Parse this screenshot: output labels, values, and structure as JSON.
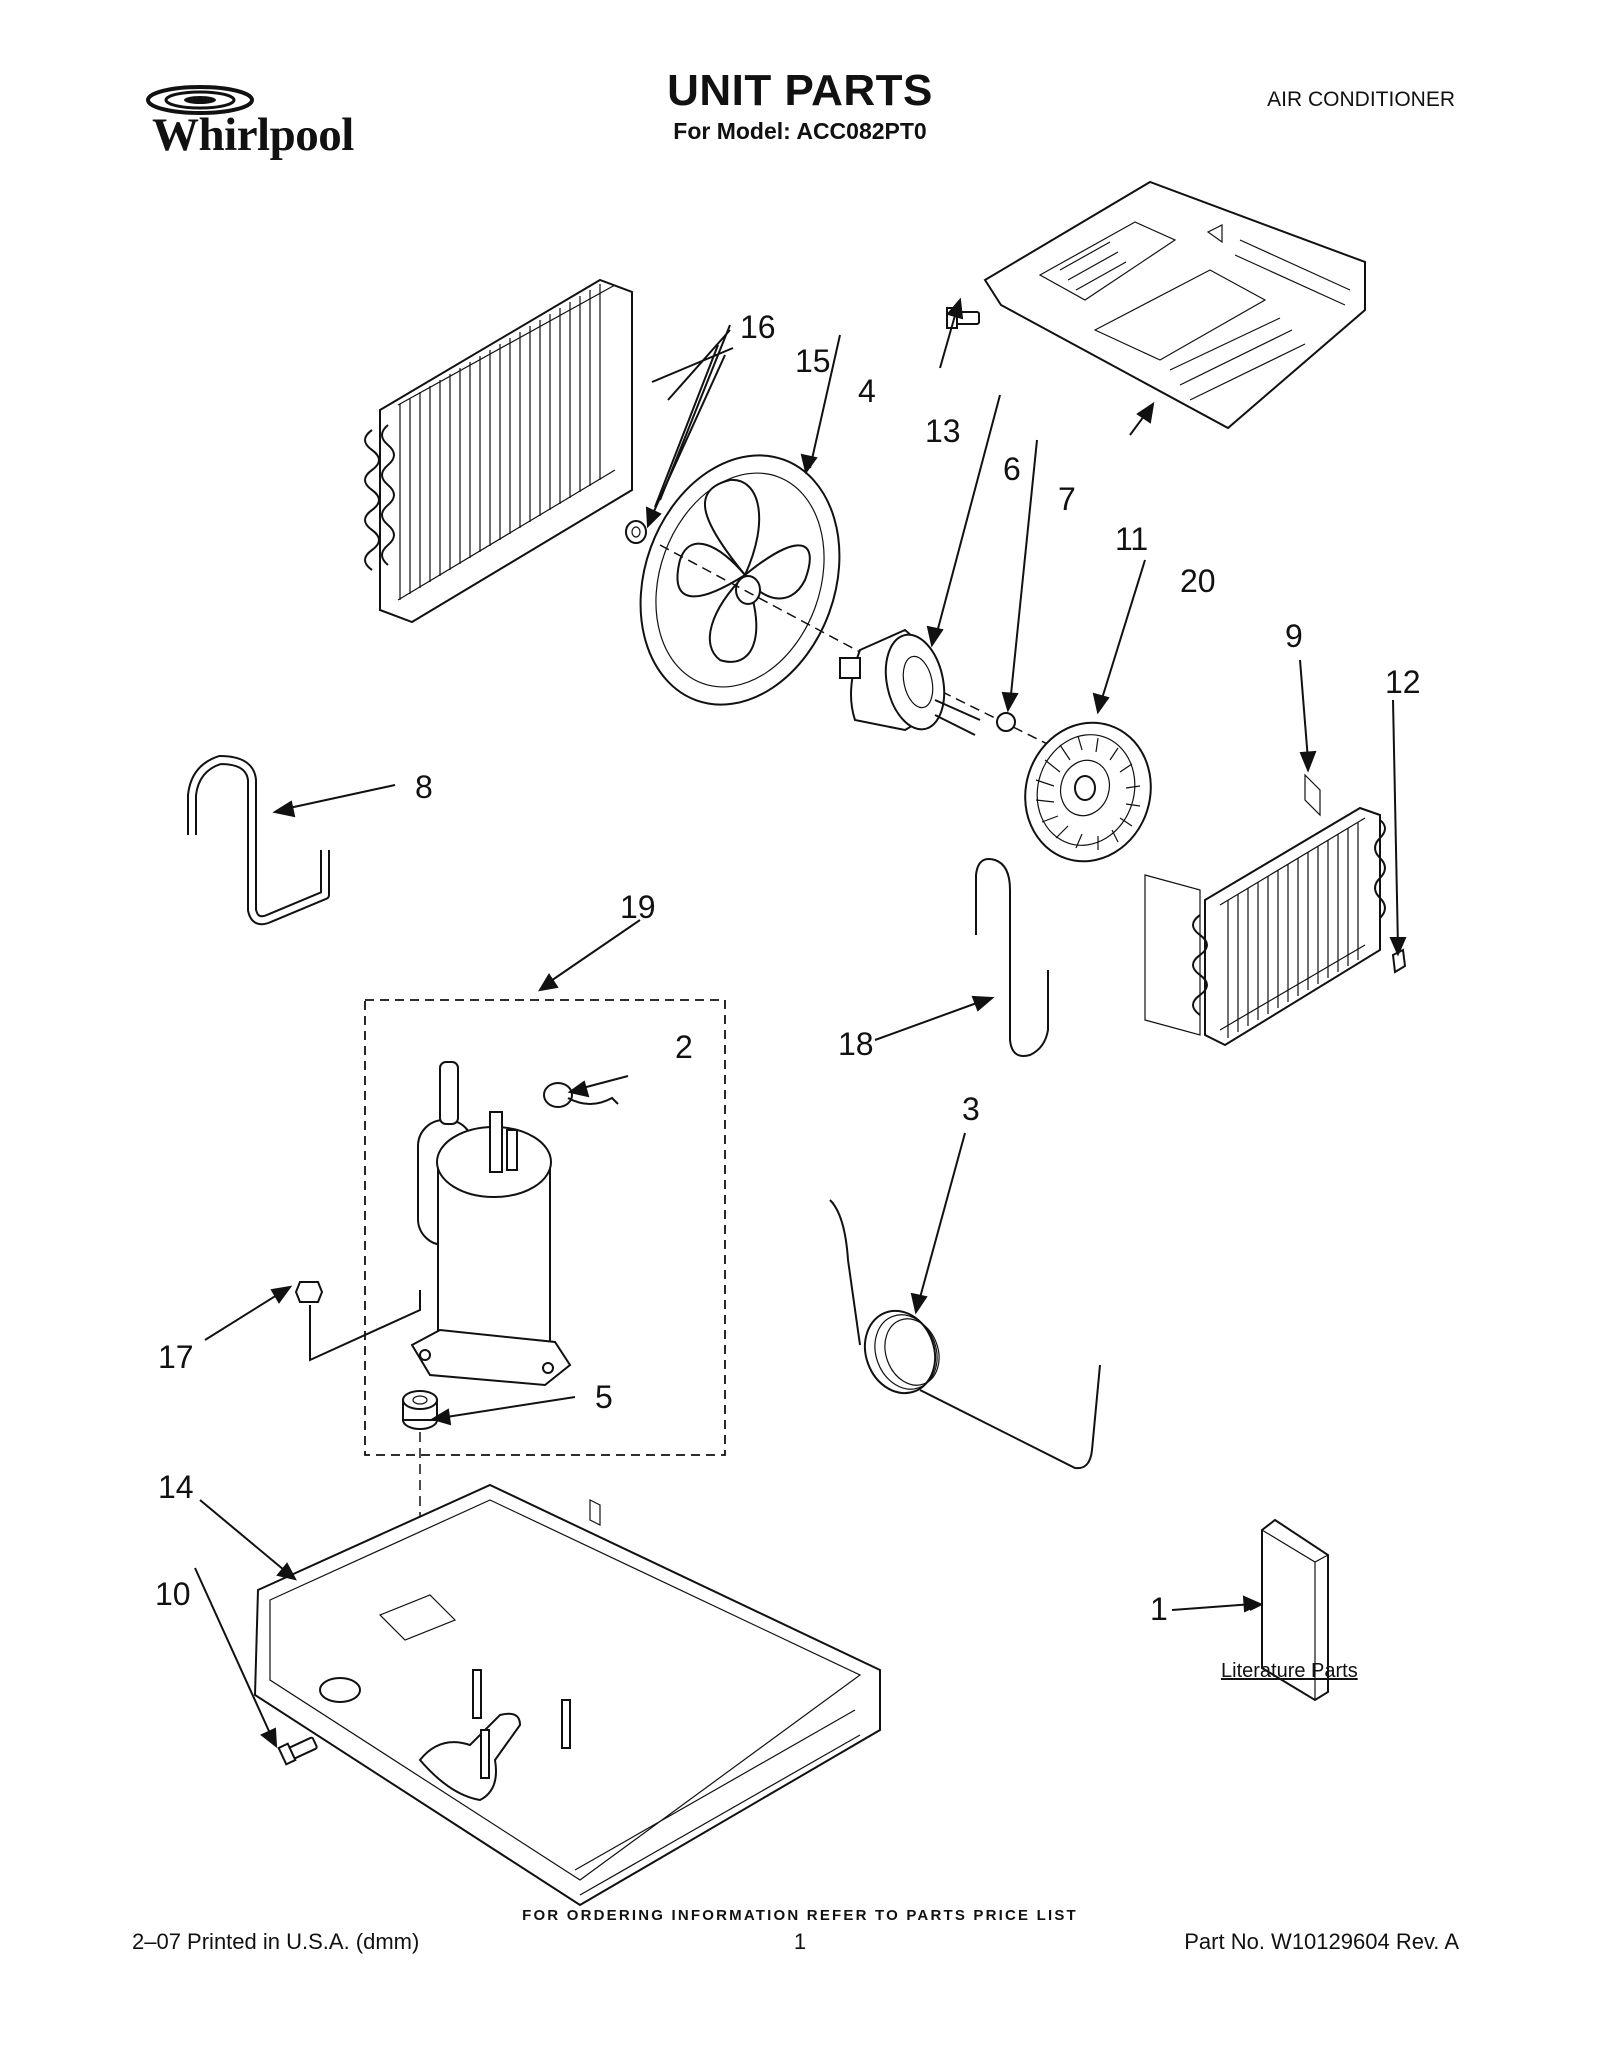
{
  "header": {
    "brand": "Whirlpool",
    "title": "UNIT PARTS",
    "subtitle": "For Model: ACC082PT0",
    "category": "AIR CONDITIONER"
  },
  "callouts": [
    "1",
    "2",
    "3",
    "4",
    "5",
    "6",
    "7",
    "8",
    "9",
    "10",
    "11",
    "12",
    "13",
    "14",
    "15",
    "16",
    "17",
    "18",
    "19",
    "20"
  ],
  "literature_label": "Literature Parts",
  "footer": {
    "note": "FOR ORDERING INFORMATION REFER TO PARTS PRICE LIST",
    "printed": "2–07 Printed in U.S.A. (dmm)",
    "page": "1",
    "part_no": "Part No. W10129604 Rev. A"
  }
}
